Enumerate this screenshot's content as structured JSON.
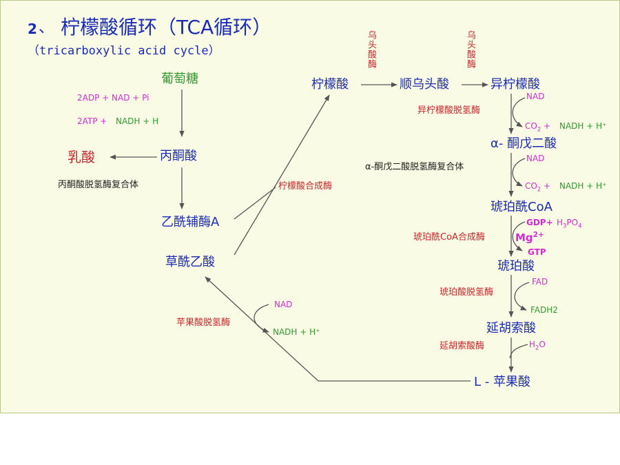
{
  "title": {
    "number": "2",
    "sep": "、",
    "main": "柠檬酸循环（TCA循环）",
    "subtitle": "（tricarboxylic acid cycle）"
  },
  "left": {
    "glucose": "葡萄糖",
    "adp_line": "2ADP + NAD + Pi",
    "atp_line_a": "2ATP +",
    "atp_line_b": "NADH + H",
    "lactate": "乳酸",
    "pyruvate": "丙酮酸",
    "pdh_complex": "丙酮酸脱氢酶复合体",
    "acetyl_coa": "乙酰辅酶A",
    "oxaloacetate": "草酰乙酸",
    "citrate_synthase": "柠檬酸合成酶",
    "mdh_enzyme": "苹果酸脱氢酶",
    "mdh_nad": "NAD",
    "mdh_nadh": "NADH + H⁺"
  },
  "right": {
    "aconitase_1": "乌头酸酶",
    "aconitase_2": "乌头酸酶",
    "citrate": "柠檬酸",
    "cis_aconitate": "顺乌头酸",
    "isocitrate": "异柠檬酸",
    "icdh_nad": "NAD",
    "icdh_enzyme": "异柠檬酸脱氢酶",
    "icdh_co2": "CO",
    "icdh_nadh": "NADH + H⁺",
    "akg": "α- 酮戊二酸",
    "akgdh_nad": "NAD",
    "akgdh_enzyme": "α-酮戊二酸脱氢酶复合体",
    "akgdh_co2": "CO",
    "akgdh_nadh": "NADH + H⁺",
    "succinyl_coa": "琥珀酰CoA",
    "gdp": "GDP+",
    "h3po4": "H",
    "scs_enzyme": "琥珀酰CoA合成酶",
    "mg": "Mg",
    "mg_sup": "2+",
    "gtp": "GTP",
    "succinate": "琥珀酸",
    "fad": "FAD",
    "sdh_enzyme": "琥珀酸脱氢酶",
    "fadh2": "FADH2",
    "fumarate": "延胡索酸",
    "fumarase": "延胡索酸酶",
    "h2o": "H",
    "malate": "L - 苹果酸"
  },
  "colors": {
    "metabolite": "#1a2bb5",
    "enzyme": "#c8262b",
    "cofactor_in": "#d62ad6",
    "cofactor_out": "#2f9a2f",
    "arrow": "#555555",
    "background": "#f9fbe5"
  }
}
